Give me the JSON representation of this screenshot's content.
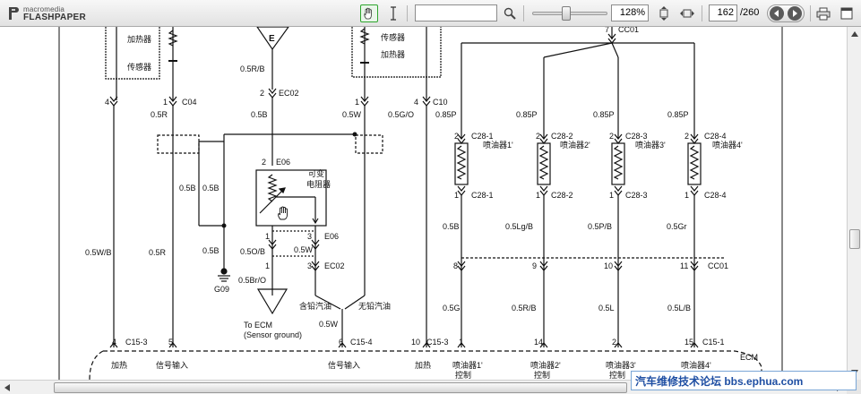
{
  "toolbar": {
    "logo_top": "macromedia",
    "logo_bottom": "FLASHPAPER",
    "search_value": "",
    "zoom": "128%",
    "page_current": "162",
    "page_total": "/260"
  },
  "watermark": "汽车维修技术论坛 bbs.ephua.com",
  "diagram": {
    "top": {
      "heater1": "加热器",
      "sensor1": "传感器",
      "E": "E",
      "sensor2": "传感器",
      "heater2": "加热器",
      "cc01_top": "CC01",
      "cc01_pin": "7"
    },
    "connectors": {
      "p4a": "4",
      "p1a": "1",
      "c04": "C04",
      "p2ec02": "2",
      "ec02": "EC02",
      "p1b": "1",
      "p4b": "4",
      "c10": "C10",
      "c28_1": "C28-1",
      "c28_2": "C28-2",
      "c28_3": "C28-3",
      "c28_4": "C28-4",
      "c28_1b": "C28-1",
      "c28_2b": "C28-2",
      "c28_3b": "C28-3",
      "c28_4b": "C28-4",
      "p2_1": "2",
      "p2_2": "2",
      "p2_3": "2",
      "p2_4": "2",
      "p1_1": "1",
      "p1_2": "1",
      "p1_3": "1",
      "p1_4": "1",
      "e06": "E06",
      "p2e06": "2",
      "e06b": "E06",
      "p1e06": "1",
      "p3e06": "3",
      "p1ec02": "1",
      "p3ec02": "3",
      "ec02b": "EC02",
      "g09": "G09",
      "p8": "8",
      "p9": "9",
      "p10": "10",
      "p11": "11",
      "cc01b": "CC01",
      "p4c": "4",
      "c15_3": "C15-3",
      "p5": "5",
      "p6": "6",
      "c15_4": "C15-4",
      "p10b": "10",
      "c15_3b": "C15-3",
      "p1c": "1",
      "p14": "14",
      "p2c": "2",
      "p15": "15",
      "c15_1": "C15-1",
      "ecm": "ECM"
    },
    "wires": {
      "w_05rb": "0.5R/B",
      "w_05r_top": "0.5R",
      "w_05b_top": "0.5B",
      "w_05w_top": "0.5W",
      "w_05go": "0.5G/O",
      "w_085p1": "0.85P",
      "w_085p2": "0.85P",
      "w_085p3": "0.85P",
      "w_085p4": "0.85P",
      "w_05b_l1": "0.5B",
      "w_05b_l2": "0.5B",
      "w_05b_mid": "0.5B",
      "w_05wb": "0.5W/B",
      "w_05r_left": "0.5R",
      "w_05ob": "0.5O/B",
      "w_05w_mid": "0.5W",
      "w_05bro": "0.5Br/O",
      "w_05w_low": "0.5W",
      "w_05b_inj": "0.5B",
      "w_05lgb": "0.5Lg/B",
      "w_05pb": "0.5P/B",
      "w_05gr": "0.5Gr",
      "w_05g": "0.5G",
      "w_05rb2": "0.5R/B",
      "w_05l": "0.5L",
      "w_05lb": "0.5L/B"
    },
    "labels": {
      "variable_resistor": "可变",
      "variable_resistor2": "电阻器",
      "inj1": "喷油器1'",
      "inj2": "喷油器2'",
      "inj3": "喷油器3'",
      "inj4": "喷油器4'",
      "to_ecm": "To ECM",
      "sensor_ground": "(Sensor ground)",
      "leaded": "含铅汽油",
      "unleaded": "无铅汽油",
      "ecm_heat": "加热",
      "ecm_sig1": "信号输入",
      "ecm_sig2": "信号输入",
      "ecm_heat2": "加热",
      "ecm_inj1": "喷油器1'",
      "ecm_inj1b": "控制",
      "ecm_inj2": "喷油器2'",
      "ecm_inj2b": "控制",
      "ecm_inj3": "喷油器3'",
      "ecm_inj3b": "控制",
      "ecm_inj4": "喷油器4'",
      "ecm_inj4b": "控制"
    }
  }
}
